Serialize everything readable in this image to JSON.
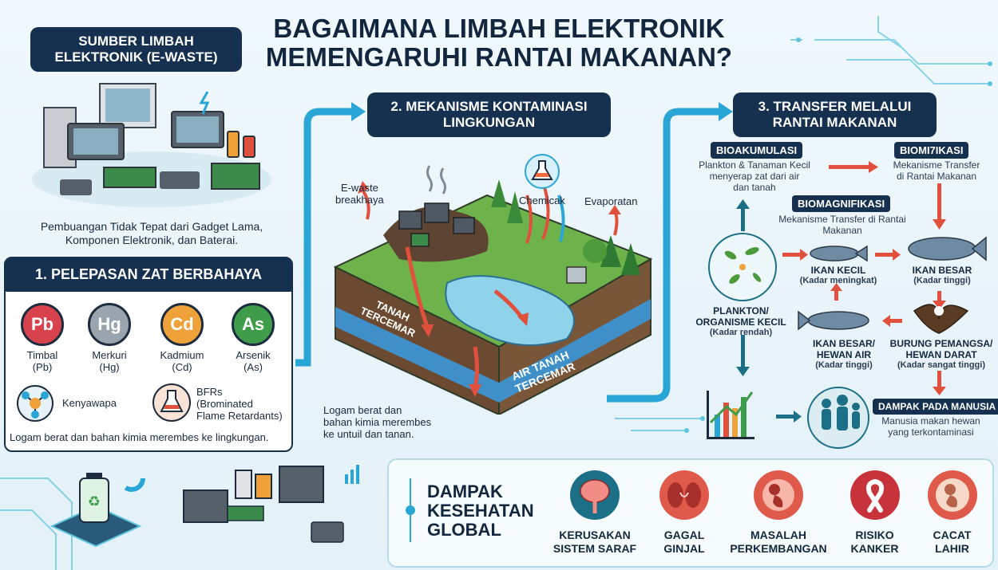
{
  "title": {
    "line1": "BAGAIMANA LIMBAH ELEKTRONIK",
    "line2": "MEMENGARUHI RANTAI MAKANAN?"
  },
  "source": {
    "header_line1": "SUMBER LIMBAH",
    "header_line2": "ELEKTRONIK (E-WASTE)",
    "caption_line1": "Pembuangan Tidak Tepat dari Gadget Lama,",
    "caption_line2": "Komponen Elektronik, dan Baterai."
  },
  "release": {
    "header": "1. PELEPASAN ZAT BERBAHAYA",
    "elements": [
      {
        "symbol": "Pb",
        "name": "Timbal",
        "code": "(Pb)",
        "color": "#d8424c"
      },
      {
        "symbol": "Hg",
        "name": "Merkuri",
        "code": "(Hg)",
        "color": "#9aa4ae"
      },
      {
        "symbol": "Cd",
        "name": "Kadmium",
        "code": "(Cd)",
        "color": "#f0a23a"
      },
      {
        "symbol": "As",
        "name": "Arsenik",
        "code": "(As)",
        "color": "#3e9c4a"
      }
    ],
    "extra1": "Kenyawapa",
    "extra2_line1": "BFRs",
    "extra2_line2": "(Brominated",
    "extra2_line3": "Flame Retardants)",
    "footer": "Logam berat dan bahan kimia merembes ke lingkungan."
  },
  "mechanism": {
    "header_line1": "2. MEKANISME KONTAMINASI",
    "header_line2": "LINGKUNGAN",
    "label_ewaste_line1": "E-waste",
    "label_ewaste_line2": "breakhaya",
    "label_chem": "Chemicak",
    "label_evap": "Evaporatan",
    "label_soil_line1": "TANAH",
    "label_soil_line2": "TERCEMAR",
    "label_water_line1": "AIR TANAH",
    "label_water_line2": "TERCEMAR",
    "caption_line1": "Logam berat dan",
    "caption_line2": "bahan kimia merembes",
    "caption_line3": "ke untuil dan tanan."
  },
  "transfer": {
    "header_line1": "3. TRANSFER MELALUI",
    "header_line2": "RANTAI MAKANAN",
    "bioaccum": "BIOAKUMULASI",
    "bioaccum_line1": "Plankton & Tanaman Kecil",
    "bioaccum_line2": "menyerap zat dari air",
    "bioaccum_line3": "dan tanah",
    "biomi": "BIOMI7IKASI",
    "biomi_line1": "Mekanisme Transfer",
    "biomi_line2": "di Rantai Makanan",
    "biomag": "BIOMAGNIFIKASI",
    "biomag_line1": "Mekanisme Transfer di Rantai",
    "biomag_line2": "Makanan",
    "plankton_line1": "PLANKTON/",
    "plankton_line2": "ORGANISME KECIL",
    "plankton_level": "(Kadar rendah)",
    "smallfish": "IKAN KECIL",
    "smallfish_level": "(Kadar meningkat)",
    "bigfish": "IKAN BESAR",
    "bigfish_level": "(Kadar tinggi)",
    "bigfish2_line1": "IKAN BESAR/",
    "bigfish2_line2": "HEWAN AIR",
    "bigfish2_level": "(Kadar tinggi)",
    "bird_line1": "BURUNG PEMANGSA/",
    "bird_line2": "HEWAN DARAT",
    "bird_level": "(Kadar sangat tinggi)",
    "human_header": "DAMPAK PADA MANUSIA",
    "human_line1": "Manusia makan hewan",
    "human_line2": "yang terkontaminasi"
  },
  "health": {
    "title_line1": "DAMPAK",
    "title_line2": "KESEHATAN",
    "title_line3": "GLOBAL",
    "items": [
      {
        "line1": "KERUSAKAN",
        "line2": "SISTEM SARAF",
        "icon": "brain-icon"
      },
      {
        "line1": "GAGAL",
        "line2": "GINJAL",
        "icon": "kidney-icon"
      },
      {
        "line1": "MASALAH",
        "line2": "PERKEMBANGAN",
        "icon": "fetus-icon"
      },
      {
        "line1": "RISIKO",
        "line2": "KANKER",
        "icon": "ribbon-icon"
      },
      {
        "line1": "CACAT",
        "line2": "LAHIR",
        "icon": "baby-icon"
      }
    ]
  },
  "colors": {
    "navy": "#16304f",
    "accent": "#2aa6d6",
    "red": "#e0503c",
    "teal": "#1b6f86"
  }
}
